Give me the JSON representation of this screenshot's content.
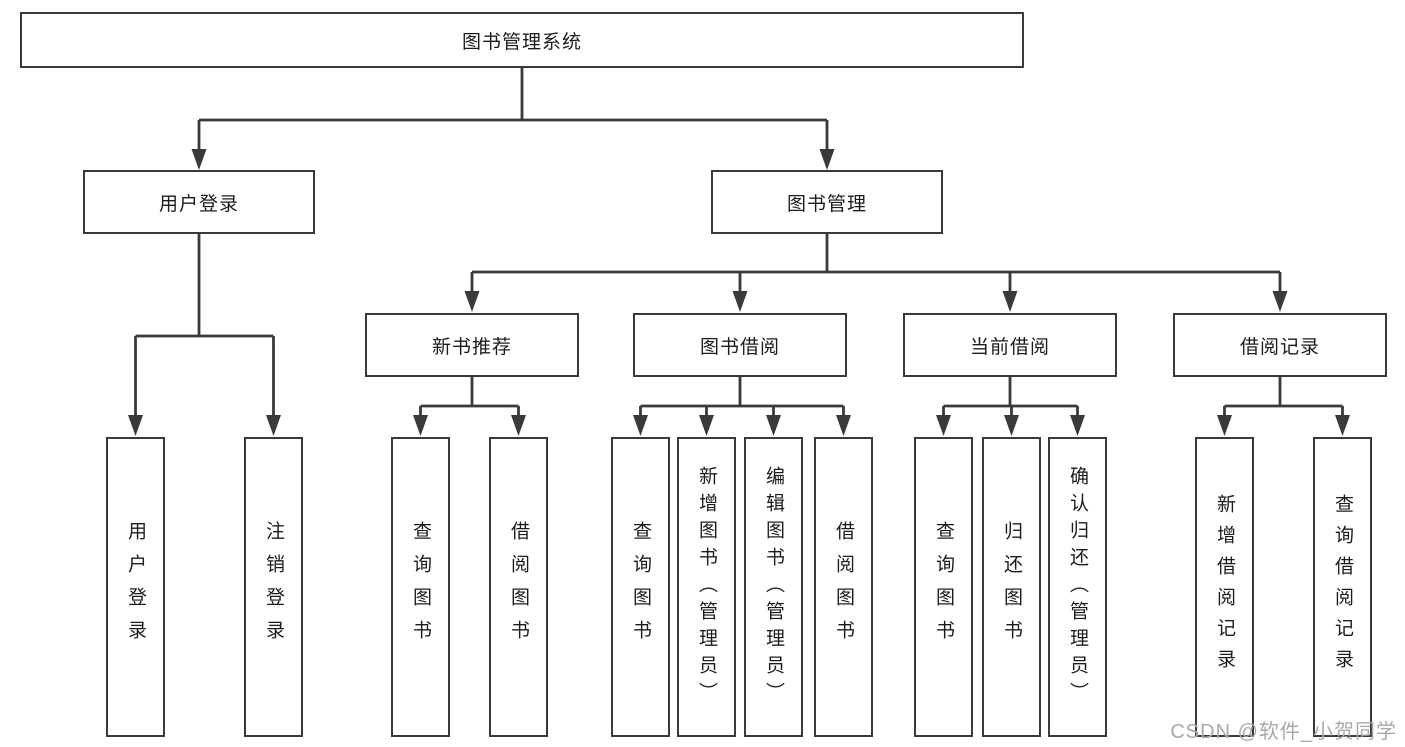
{
  "diagram_title": "图书管理系统",
  "nodes": {
    "root": "图书管理系统",
    "level2": [
      "用户登录",
      "图书管理"
    ],
    "level3": [
      "新书推荐",
      "图书借阅",
      "当前借阅",
      "借阅记录"
    ],
    "leaves": [
      "用户登录",
      "注销登录",
      "查询图书",
      "借阅图书",
      "查询图书",
      "新增图书（管理员）",
      "编辑图书（管理员）",
      "借阅图书",
      "查询图书",
      "归还图书",
      "确认归还（管理员）",
      "新增借阅记录",
      "查询借阅记录"
    ]
  },
  "structure": {
    "图书管理系统": [
      "用户登录",
      "图书管理"
    ],
    "用户登录": [
      "用户登录",
      "注销登录"
    ],
    "图书管理": [
      "新书推荐",
      "图书借阅",
      "当前借阅",
      "借阅记录"
    ],
    "新书推荐": [
      "查询图书",
      "借阅图书"
    ],
    "图书借阅": [
      "查询图书",
      "新增图书（管理员）",
      "编辑图书（管理员）",
      "借阅图书"
    ],
    "当前借阅": [
      "查询图书",
      "归还图书",
      "确认归还（管理员）"
    ],
    "借阅记录": [
      "新增借阅记录",
      "查询借阅记录"
    ]
  },
  "watermark": {
    "text": "CSDN @软件_小贺同学",
    "color": "#a9a9a9"
  },
  "colors": {
    "background": "#ffffff",
    "box_border": "#3a3a3a",
    "connector_line": "#3a3a3a",
    "text": "#1c1c1c"
  }
}
